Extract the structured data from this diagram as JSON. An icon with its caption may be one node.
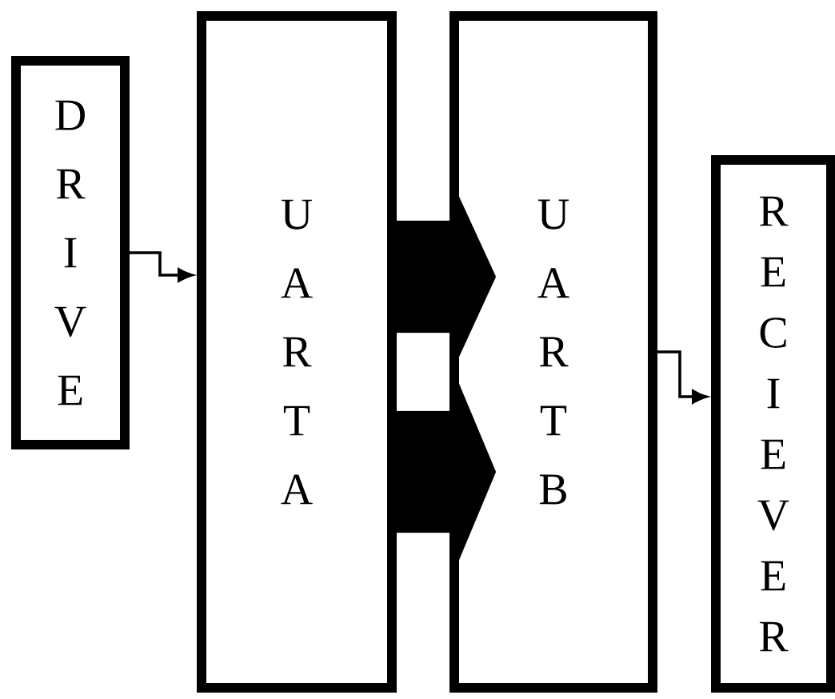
{
  "diagram": {
    "nodes": [
      {
        "text": [
          "DRIVE"
        ]
      },
      {
        "text": [
          "UARTA"
        ]
      },
      {
        "text": [
          "UARTB"
        ]
      },
      {
        "text": [
          "RECIEVER"
        ]
      }
    ],
    "edges": [
      {
        "from": 0,
        "to": 1,
        "arrow": "to"
      },
      {
        "from": 1,
        "to": 2,
        "arrow": "to",
        "style": "thick"
      },
      {
        "from": 1,
        "to": 2,
        "arrow": "to",
        "style": "thick"
      },
      {
        "from": 2,
        "to": 3,
        "arrow": "to"
      }
    ]
  }
}
